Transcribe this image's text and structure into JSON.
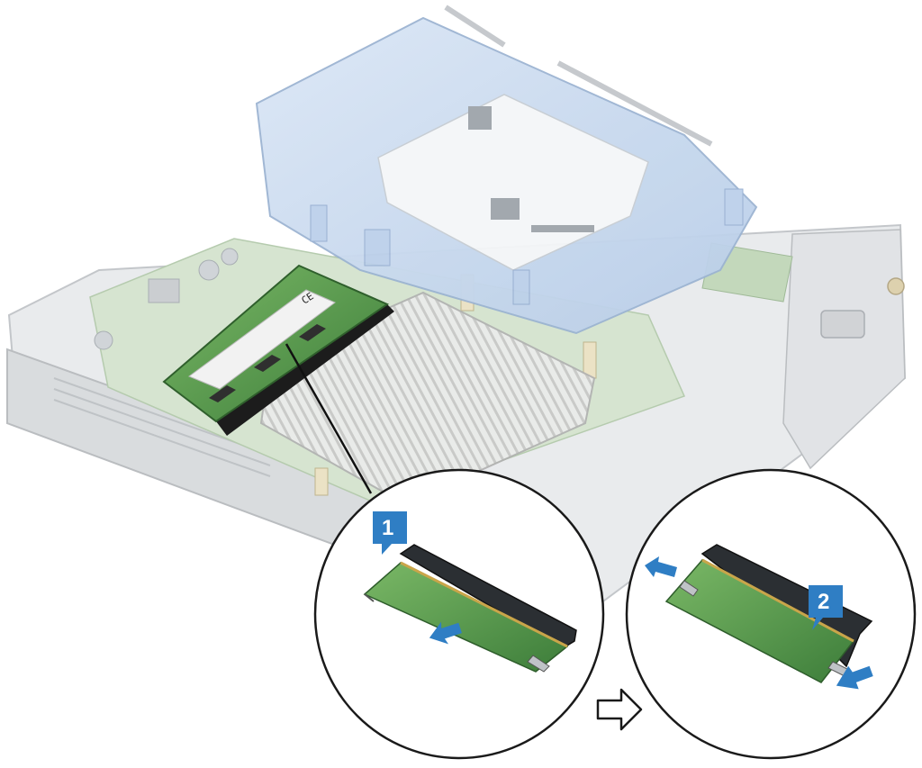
{
  "diagram": {
    "steps": [
      {
        "number": "1",
        "action": "insert-module-into-slot"
      },
      {
        "number": "2",
        "action": "press-module-down-until-clips-lock"
      }
    ],
    "colors": {
      "callout_blue": "#2f7ec4",
      "pcb_green": "#5a9a4a",
      "drive_carrier_blue": "#c5d8ef",
      "chassis_gray": "#d9dcde",
      "heatsink_gray": "#e6e6e6",
      "outline": "#1a1a1a"
    },
    "icons": [
      "arrow-right-outline-icon",
      "push-arrow-icon",
      "leader-line"
    ]
  }
}
